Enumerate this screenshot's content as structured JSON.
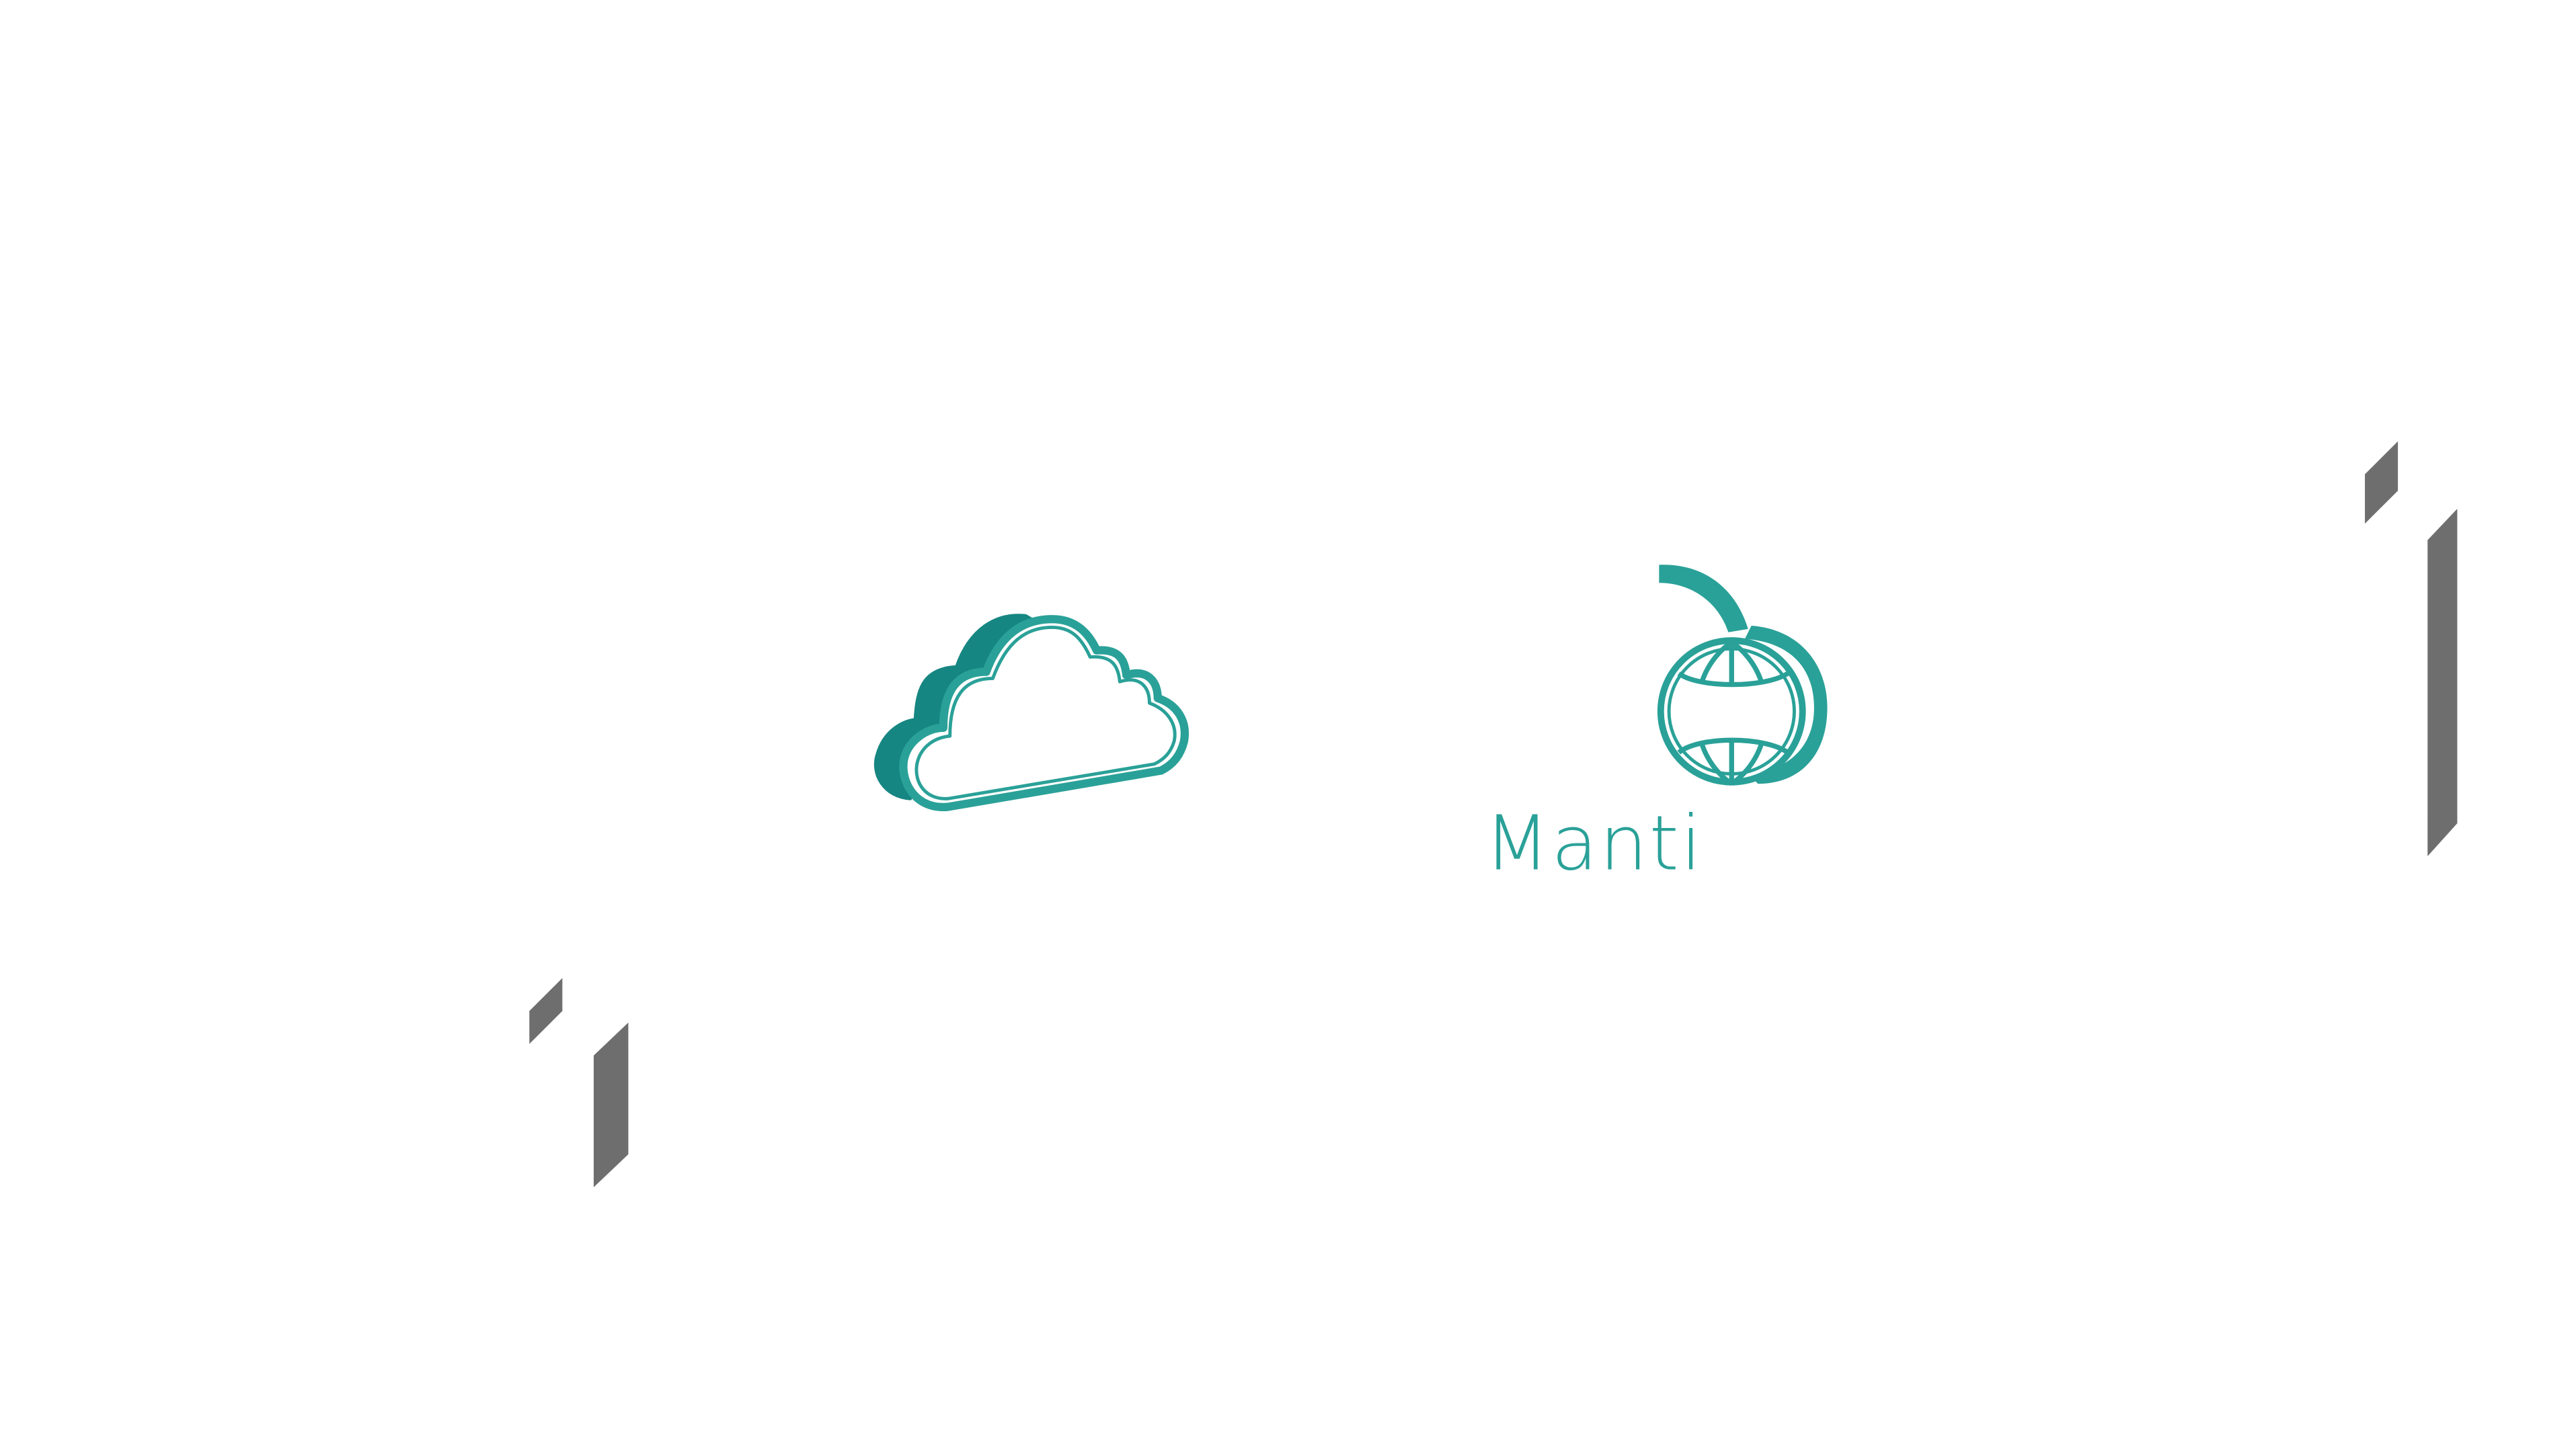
{
  "scene": {
    "background_color": "#ffffff",
    "accent_color": "#2aa198",
    "accent_dark_color": "#168682",
    "panel_color": "#6e6e6e"
  },
  "cloud_logo": {
    "icon": "cloud-icon"
  },
  "brand_logo": {
    "icon": "globe-apple-icon",
    "wordmark": "Manti"
  },
  "decorations": [
    {
      "name": "grey-panel-top-right",
      "icon": "isometric-panel"
    },
    {
      "name": "grey-panel-bottom-left",
      "icon": "isometric-panel"
    }
  ]
}
